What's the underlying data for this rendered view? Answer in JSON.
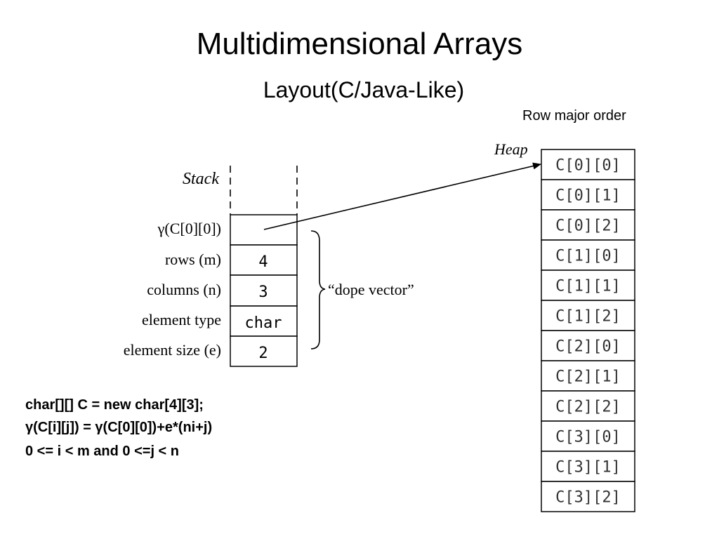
{
  "title": "Multidimensional Arrays",
  "subtitle": "Layout(C/Java-Like)",
  "row_major_label": "Row major order",
  "stack": {
    "label": "Stack",
    "rows": [
      {
        "label": "γ(C[0][0])",
        "value": ""
      },
      {
        "label": "rows (m)",
        "value": "4"
      },
      {
        "label": "columns (n)",
        "value": "3"
      },
      {
        "label": "element type",
        "value": "char"
      },
      {
        "label": "element size (e)",
        "value": "2"
      }
    ],
    "dope_vector_label": "“dope vector”"
  },
  "heap": {
    "label": "Heap",
    "cells": [
      "C[0][0]",
      "C[0][1]",
      "C[0][2]",
      "C[1][0]",
      "C[1][1]",
      "C[1][2]",
      "C[2][0]",
      "C[2][1]",
      "C[2][2]",
      "C[3][0]",
      "C[3][1]",
      "C[3][2]"
    ]
  },
  "code": {
    "line1": "char[][] C = new char[4][3];",
    "line2": "γ(C[i][j]) = γ(C[0][0])+e*(ni+j)",
    "line3": "0 <= i < m and 0 <=j < n"
  }
}
